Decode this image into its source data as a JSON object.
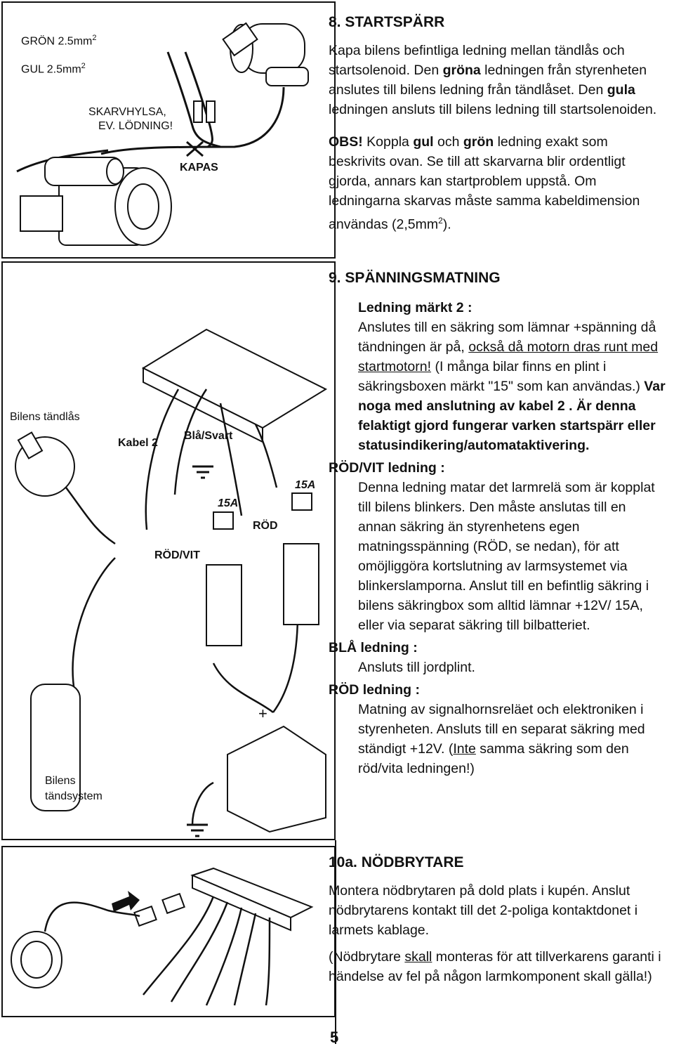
{
  "fig1": {
    "gron": "GRÖN 2.5mm",
    "gron_sup": "2",
    "gul": "GUL 2.5mm",
    "gul_sup": "2",
    "skarv1": "SKARVHYLSA,",
    "skarv2": "EV. LÖDNING!",
    "kapas": "KAPAS"
  },
  "fig2": {
    "tandlas": "Bilens tändlås",
    "kabel2": "Kabel 2",
    "blasvart": "Blå/Svart",
    "fuse1": "15A",
    "fuse2": "15A",
    "rod": "RÖD",
    "rodvit": "RÖD/VIT",
    "plus": "+",
    "tandsystem1": "Bilens",
    "tandsystem2": "tändsystem"
  },
  "s8": {
    "title": "8.   STARTSPÄRR",
    "p1a": "Kapa bilens befintliga ledning mellan tändlås och startsolenoid. Den ",
    "p1b": "gröna",
    "p1c": " ledningen från styrenheten anslutes till bilens ledning från tändlåset. Den ",
    "p1d": "gula",
    "p1e": " ledningen ansluts till bilens ledning till startsolenoiden.",
    "obs": "OBS!",
    "p2a": " Koppla ",
    "p2b": "gul",
    "p2c": " och ",
    "p2d": "grön",
    "p2e": " ledning exakt som beskrivits ovan. Se till att skarvarna blir ordentligt gjorda, annars kan startproblem uppstå. Om ledningarna skarvas måste samma kabeldimension användas (2,5mm",
    "p2sup": "2",
    "p2f": ")."
  },
  "s9": {
    "title": "9.   SPÄNNINGSMATNING",
    "sub1": "Ledning märkt  2 :",
    "p1a": "Anslutes till en säkring som lämnar +spänning då tändningen är på, ",
    "p1u": "också då motorn dras runt med startmotorn!",
    "p1b": " (I många bilar finns en plint i säkringsboxen märkt \"15\" som kan användas.) ",
    "p1c": "Var noga med anslutning av kabel  2 . Är denna felaktigt gjord fungerar varken startspärr eller statusindikering/automataktivering.",
    "sub2": "RÖD/VIT ledning :",
    "p2": "Denna ledning matar det larmrelä som är kopplat till bilens blinkers. Den måste anslutas till en annan säkring än styrenhetens egen matningsspänning (RÖD, se nedan), för att omöjliggöra kortslutning av larmsystemet via blinkerslamporna. Anslut till en befintlig säkring i bilens säkringbox som alltid lämnar +12V/ 15A, eller via separat säkring till bilbatteriet.",
    "sub3": "BLÅ ledning :",
    "p3": "Ansluts till jordplint.",
    "sub4": "RÖD ledning :",
    "p4a": "Matning av signalhornsreläet och elektroniken i styrenheten. Ansluts till en separat säkring med ständigt +12V.  (",
    "p4u": "Inte",
    "p4b": " samma säkring som den röd/vita ledningen!)"
  },
  "s10": {
    "title": "10a. NÖDBRYTARE",
    "p1": "Montera nödbrytaren på dold plats i kupén. Anslut nödbrytarens kontakt till det 2-poliga kontaktdonet i larmets kablage.",
    "p2a": "(Nödbrytare ",
    "p2u": "skall",
    "p2b": " monteras för att tillverkarens garanti i händelse av fel på någon larmkomponent skall gälla!)"
  },
  "page_number": "5"
}
